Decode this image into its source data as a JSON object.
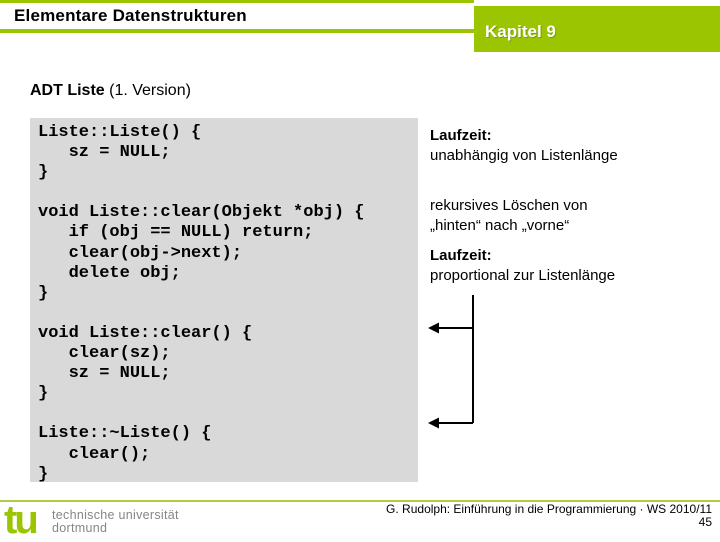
{
  "colors": {
    "accent_green": "#9ac500",
    "footer_line_green": "#b2cb45",
    "code_bg": "#d9d9d9",
    "logo_gray": "#868686"
  },
  "header": {
    "title": "Elementare Datenstrukturen",
    "chapter": "Kapitel 9"
  },
  "section": {
    "heading_bold": "ADT Liste",
    "heading_rest": " (1. Version)"
  },
  "code": {
    "text": "Liste::Liste() {\n   sz = NULL;\n}\n\nvoid Liste::clear(Objekt *obj) {\n   if (obj == NULL) return;\n   clear(obj->next);\n   delete obj;\n}\n\nvoid Liste::clear() {\n   clear(sz);\n   sz = NULL;\n}\n\nListe::~Liste() {\n   clear();\n}"
  },
  "annotations": {
    "a1": {
      "title": "Laufzeit:",
      "text": "unabhängig von Listenlänge"
    },
    "a2": {
      "text1": "rekursives Löschen von",
      "text2": "„hinten“ nach „vorne“"
    },
    "a3": {
      "title": "Laufzeit:",
      "text": "proportional zur Listenlänge"
    }
  },
  "footer": {
    "logo_glyph": "tu",
    "logo_line1": "technische universität",
    "logo_line2": "dortmund",
    "credit": "G. Rudolph: Einführung in die Programmierung · WS 2010/11",
    "page_number": "45"
  }
}
